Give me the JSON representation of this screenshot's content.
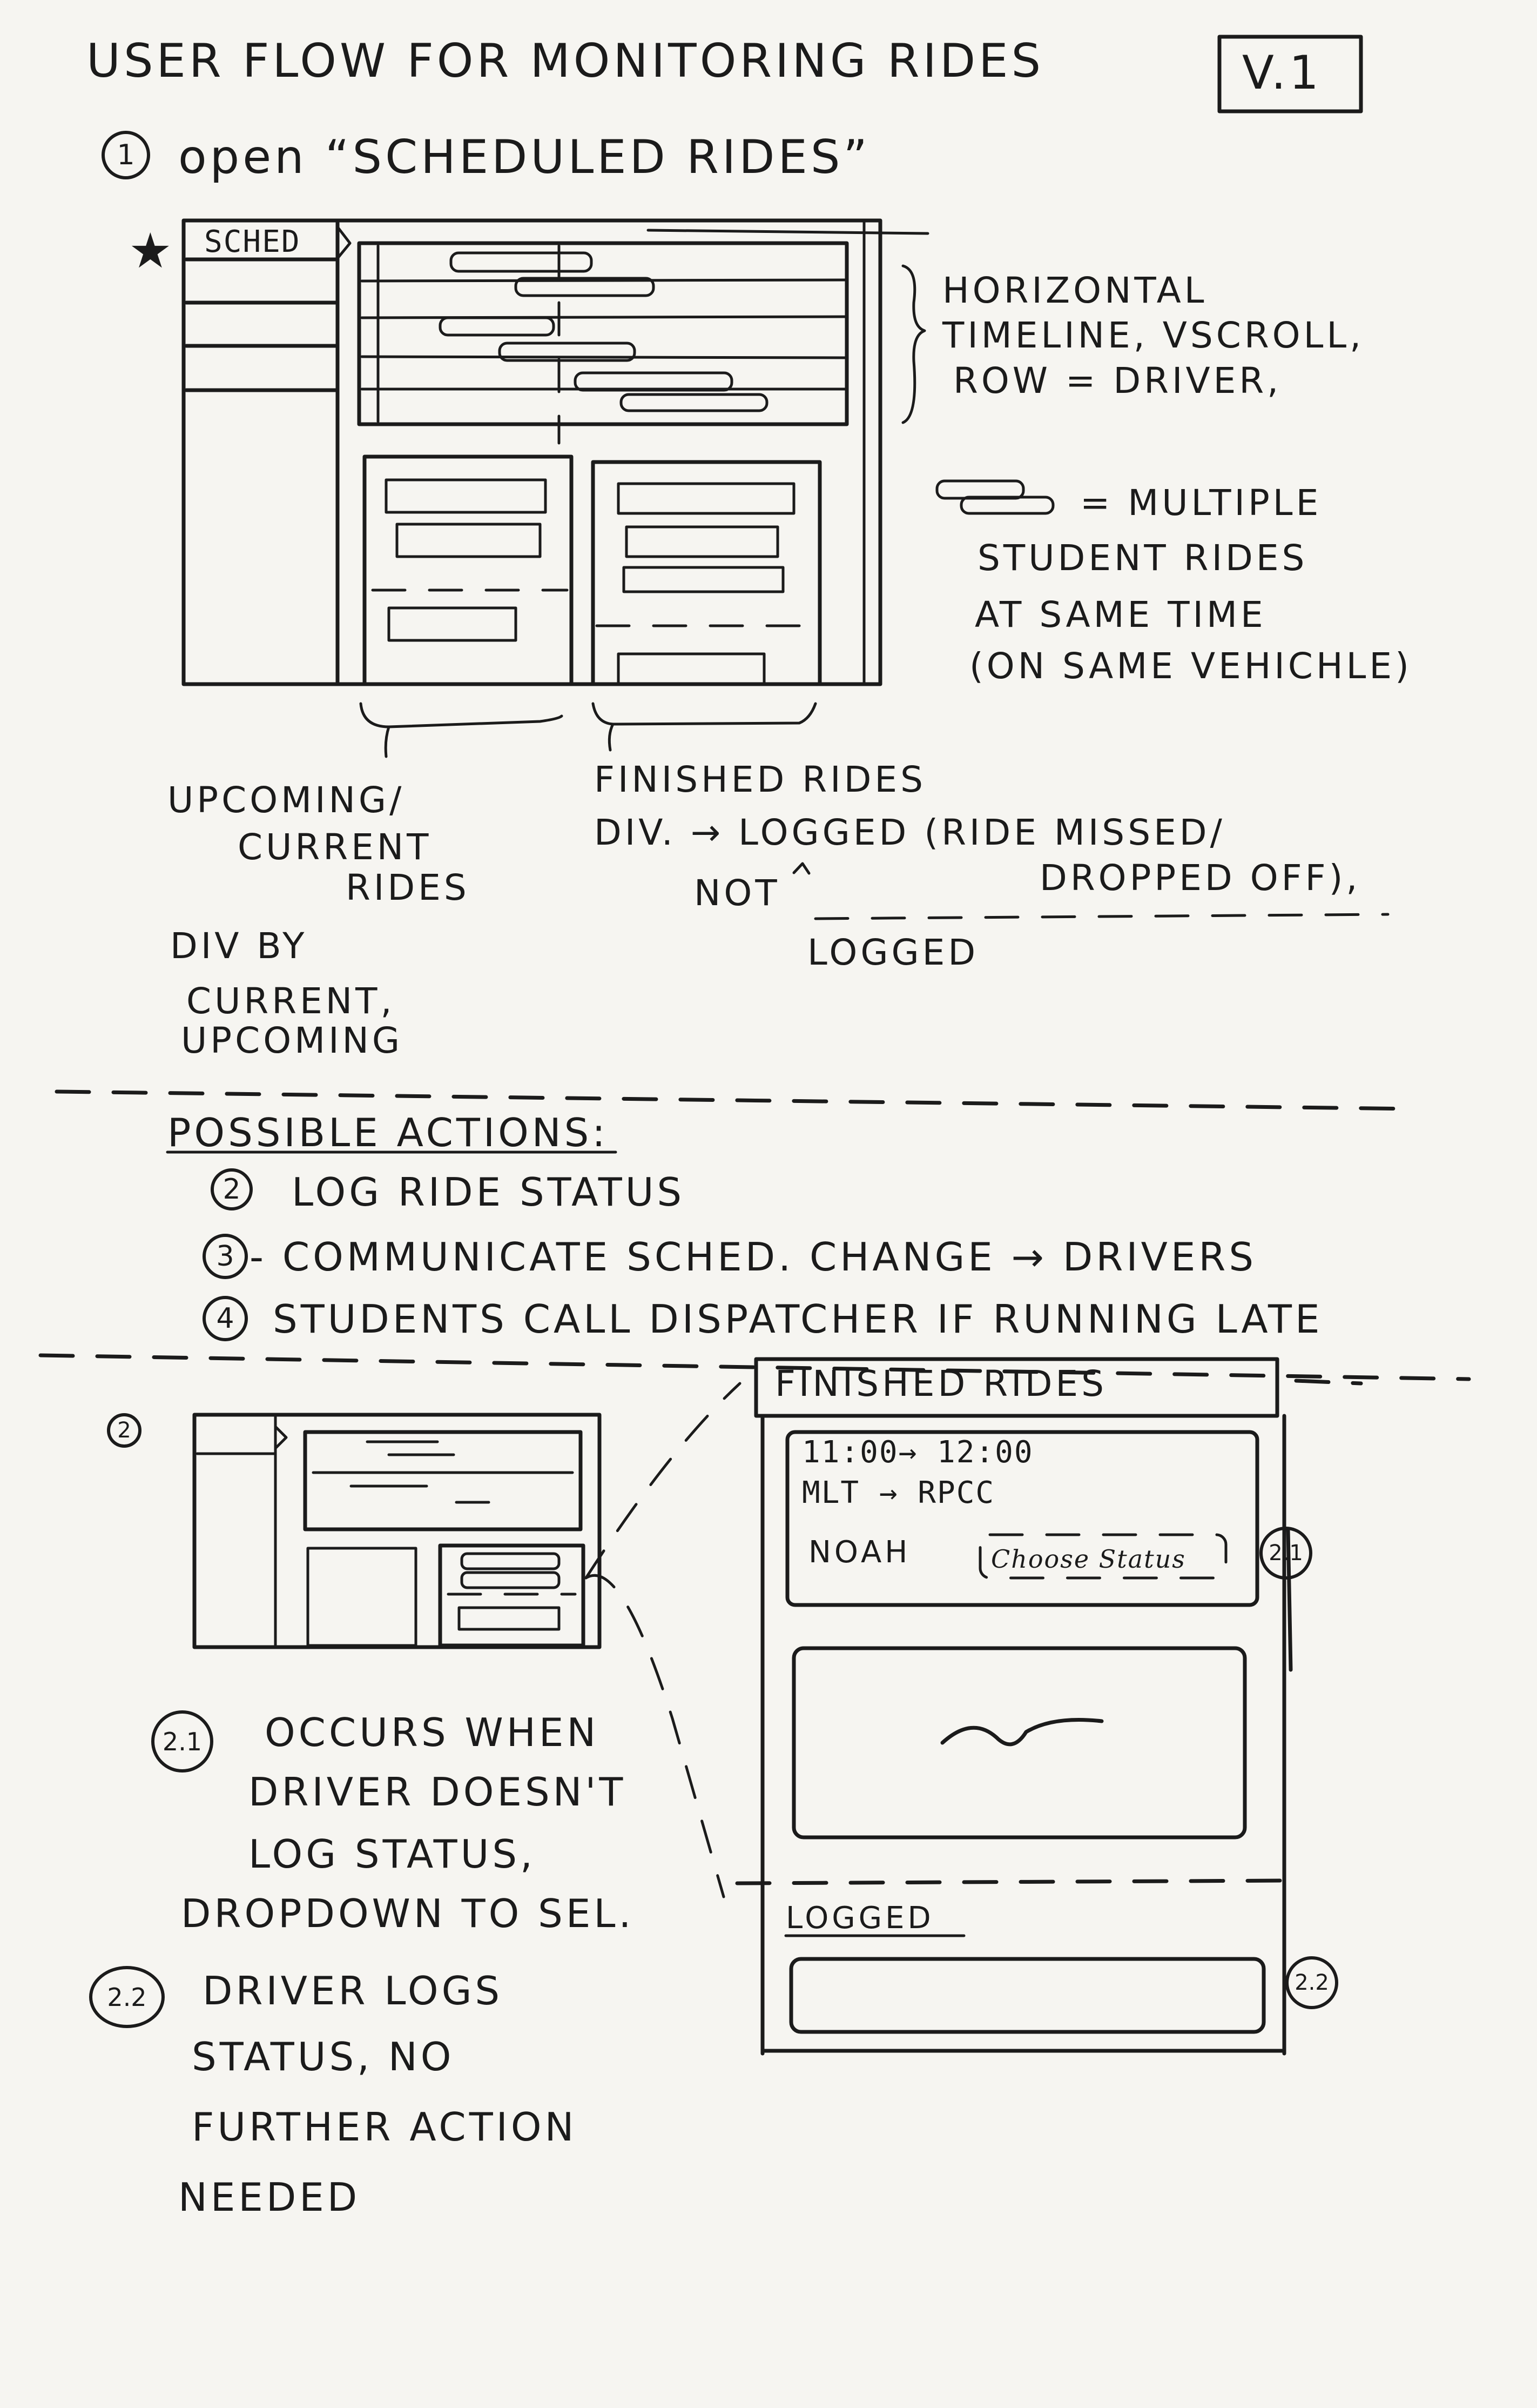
{
  "title": "USER FLOW FOR MONITORING RIDES",
  "version": "V.1",
  "step1": {
    "num": "1",
    "text": "open “SCHEDULED RIDES”"
  },
  "sketch1": {
    "star": "★",
    "tab_label": "SCHED",
    "timeline_note": [
      "HORIZONTAL",
      "TIMELINE, VSCROLL,",
      "ROW = DRIVER,"
    ],
    "multiple_note": [
      "= MULTIPLE",
      "STUDENT RIDES",
      "AT SAME TIME",
      "(ON SAME VEHICHLE)"
    ],
    "upcoming_note": [
      "UPCOMING/",
      "CURRENT",
      "RIDES"
    ],
    "div_note": [
      "DIV BY",
      "CURRENT,",
      "UPCOMING"
    ],
    "finished_note": {
      "line1": "FINISHED RIDES",
      "line2": "DIV. → LOGGED (RIDE MISSED/",
      "line3": "DROPPED OFF),",
      "not": "NOT",
      "logged": "LOGGED"
    }
  },
  "actions": {
    "heading": "POSSIBLE ACTIONS:",
    "items": [
      {
        "num": "2",
        "text": "LOG RIDE STATUS"
      },
      {
        "num": "3",
        "text": "- COMMUNICATE SCHED. CHANGE → DRIVERS"
      },
      {
        "num": "4",
        "text": "STUDENTS CALL DISPATCHER IF RUNNING LATE"
      }
    ]
  },
  "step2": {
    "num": "2",
    "panel_title": "FINISHED RIDES",
    "ride": {
      "time": "11:00→ 12:00",
      "route": "MLT → RPCC",
      "name": "NOAH",
      "dropdown": "Choose Status"
    },
    "badge_21": "2.1",
    "badge_22": "2.2",
    "logged_label": "LOGGED",
    "note21": {
      "num": "2.1",
      "lines": [
        "OCCURS WHEN",
        "DRIVER DOESN'T",
        "LOG STATUS,",
        "DROPDOWN TO SEL."
      ]
    },
    "note22": {
      "num": "2.2",
      "lines": [
        "DRIVER LOGS",
        "STATUS, NO",
        "FURTHER ACTION",
        "NEEDED"
      ]
    }
  }
}
